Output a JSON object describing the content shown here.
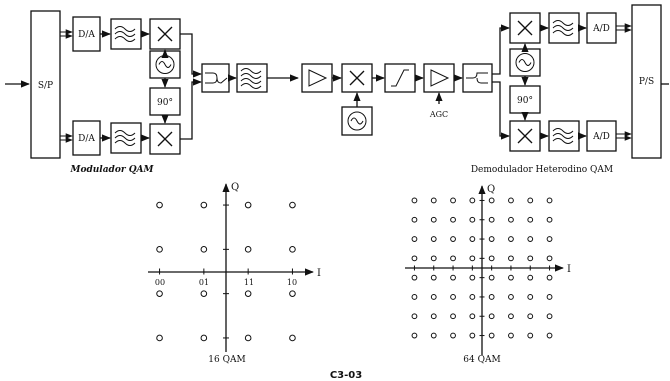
{
  "blocks": {
    "sp": "S/P",
    "ps": "P/S",
    "da": "D/A",
    "ad": "A/D",
    "phase": "90°",
    "agc": "AGC"
  },
  "captions": {
    "modulator": "Modulador QAM",
    "demodulator": "Demodulador Heterodino QAM",
    "figure": "C3-03"
  },
  "constellation16": {
    "title": "16 QAM",
    "axis_x": "I",
    "axis_y": "Q",
    "bit_labels": [
      "00",
      "01",
      "11",
      "10"
    ],
    "grid": 4
  },
  "constellation64": {
    "title": "64 QAM",
    "axis_x": "I",
    "axis_y": "Q",
    "grid": 8
  },
  "icons": {
    "mixer": "multiply-icon",
    "oscillator": "sine-wave-icon",
    "filter": "lowpass-filter-icon",
    "amplifier": "triangle-amplifier-icon",
    "limiter": "limiter-icon",
    "combiner": "combiner-icon",
    "splitter": "splitter-icon"
  }
}
